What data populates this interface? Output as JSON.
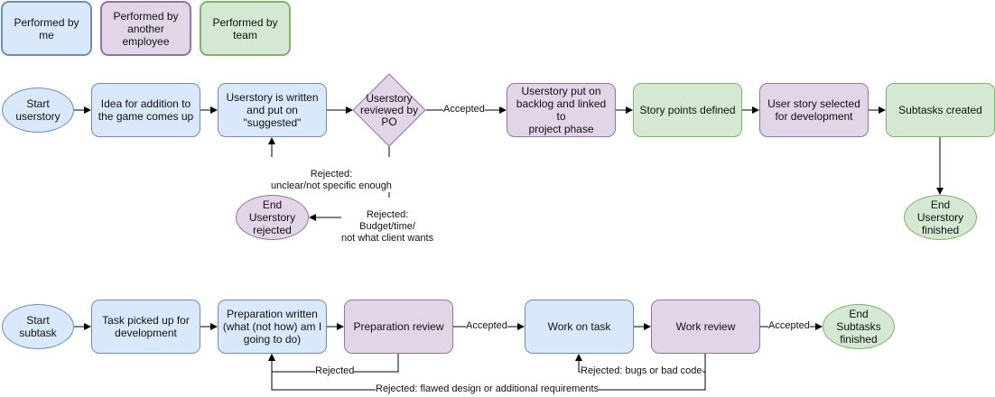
{
  "legend": {
    "me": "Performed by me",
    "other": "Performed by\nanother\nemployee",
    "team": "Performed by\nteam"
  },
  "flow1": {
    "start": "Start\nuserstory",
    "idea": "Idea for addition to\nthe game comes up",
    "written": "Userstory is written\nand put on\n\"suggested\"",
    "review": "Userstory\nreviewed by\nPO",
    "backlog": "Userstory put on\nbacklog and linked to\nproject phase",
    "points": "Story points defined",
    "selected": "User story selected\nfor development",
    "subtasks": "Subtasks created",
    "end_finished": "End\nUserstory\nfinished",
    "end_rejected": "End\nUserstory\nrejected",
    "label_accepted": "Accepted",
    "label_rejected_unclear": "Rejected:\nunclear/not specific enough",
    "label_rejected_budget": "Rejected:\nBudget/time/\nnot what client wants"
  },
  "flow2": {
    "start": "Start\nsubtask",
    "picked": "Task picked up for\ndevelopment",
    "prep": "Preparation written\n(what (not how) am I\ngoing to do)",
    "prep_review": "Preparation review",
    "work": "Work on task",
    "work_review": "Work review",
    "end": "End\nSubtasks\nfinished",
    "label_accepted_1": "Accepted",
    "label_accepted_2": "Accepted",
    "label_rejected": "Rejected",
    "label_rejected_bugs": "Rejected: bugs or bad code",
    "label_rejected_design": "Rejected: flawed design or additional requirements"
  },
  "colors": {
    "me_fill": "#dae8fc",
    "me_stroke": "#6c8ebf",
    "other_fill": "#e1d5e7",
    "other_stroke": "#9673a6",
    "team_fill": "#d5e8d4",
    "team_stroke": "#82b366"
  }
}
